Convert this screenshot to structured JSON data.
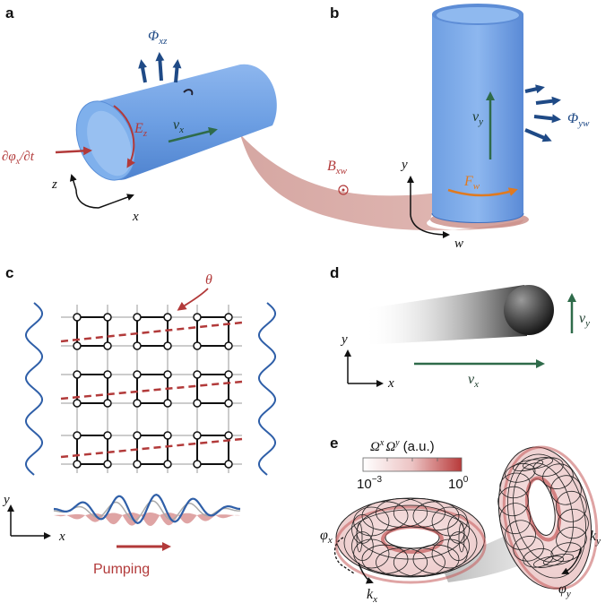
{
  "panels": {
    "a": "a",
    "b": "b",
    "c": "c",
    "d": "d",
    "e": "e"
  },
  "labels_a": {
    "phi_xz_base": "Φ",
    "phi_xz_sub": "xz",
    "E_base": "E",
    "E_sub": "z",
    "v_base": "v",
    "v_sub": "x",
    "dphi": "∂φ",
    "dphi_sub": "x",
    "dphi_rest": "/∂t",
    "z": "z",
    "x": "x",
    "B_base": "B",
    "B_sub": "xw"
  },
  "labels_b": {
    "phi_yw_base": "Φ",
    "phi_yw_sub": "yw",
    "vy_base": "v",
    "vy_sub": "y",
    "F_base": "F",
    "F_sub": "w",
    "y": "y",
    "w": "w"
  },
  "labels_c": {
    "theta": "θ",
    "y": "y",
    "x": "x",
    "pumping": "Pumping"
  },
  "labels_d": {
    "vy_base": "v",
    "vy_sub": "y",
    "vx_base": "v",
    "vx_sub": "x",
    "y": "y",
    "x": "x"
  },
  "labels_e": {
    "colorbar_title": "Ω",
    "colorbar_title_sup1": "x",
    "colorbar_title_mid": "Ω",
    "colorbar_title_sup2": "y",
    "colorbar_unit": "(a.u.)",
    "cb_min_base": "10",
    "cb_min_exp": "−3",
    "cb_max_base": "10",
    "cb_max_exp": "0",
    "phix_base": "φ",
    "phix_sub": "x",
    "kx_base": "k",
    "kx_sub": "x",
    "ky_base": "k",
    "ky_sub": "y",
    "phiy_base": "φ",
    "phiy_sub": "y"
  },
  "colors": {
    "cylinder": "#6f9fe0",
    "red": "#b23a3a",
    "navy": "#1f4a86",
    "green": "#2f6b4a",
    "orange": "#e07a20",
    "wave_blue": "#2f5fa8"
  }
}
